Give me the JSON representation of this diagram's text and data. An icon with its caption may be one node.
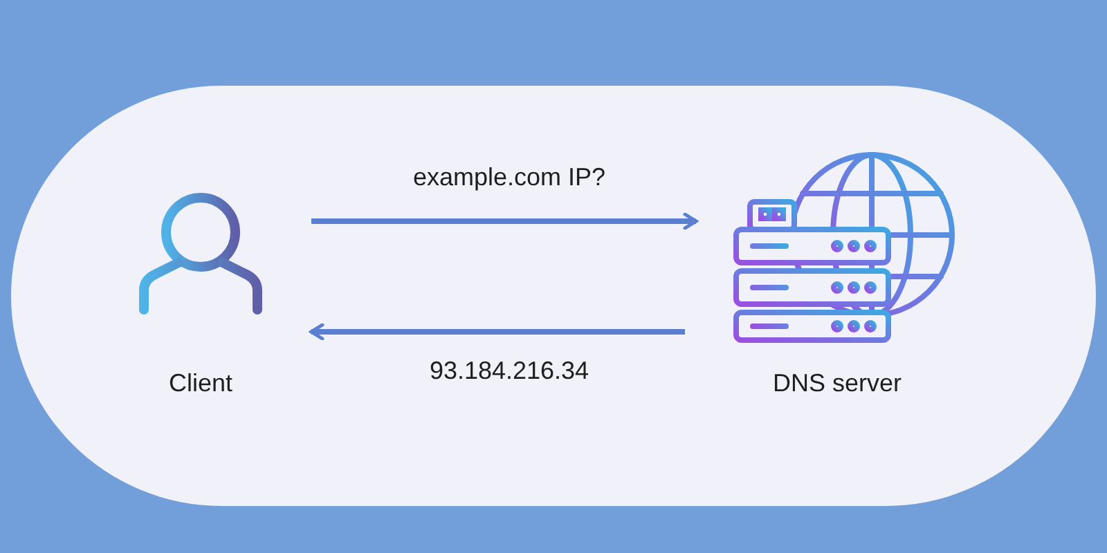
{
  "diagram": {
    "nodes": [
      {
        "text": [
          "Client"
        ]
      },
      {
        "text": [
          "DNS server"
        ]
      }
    ],
    "edges": [
      {
        "from": 0,
        "to": 1,
        "arrow": "to",
        "label": "example.com IP?"
      },
      {
        "from": 1,
        "to": 0,
        "arrow": "to",
        "label": "93.184.216.34"
      }
    ]
  }
}
